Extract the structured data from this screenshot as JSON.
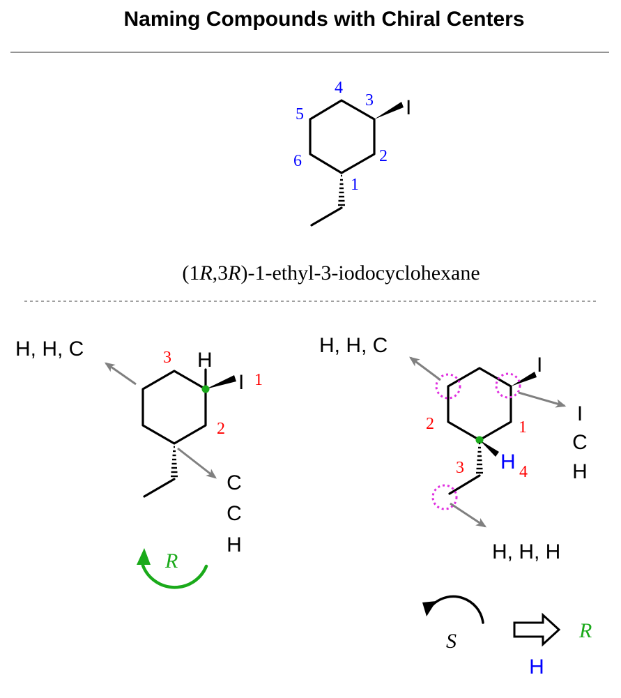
{
  "title": "Naming Compounds with Chiral Centers",
  "top": {
    "numbers": [
      "1",
      "2",
      "3",
      "4",
      "5",
      "6"
    ],
    "iodine": "I",
    "name_prefix": "(1",
    "name_r1": "R",
    "name_comma": ",3",
    "name_r2": "R",
    "name_suffix": ")-1-ethyl-3-iodocyclohexane"
  },
  "left": {
    "sub_top": "H, H, C",
    "h_label": "H",
    "i_label": "I",
    "priority_1": "1",
    "priority_2": "2",
    "priority_3": "3",
    "c_stack": [
      "C",
      "C",
      "H"
    ],
    "rotation_label": "R"
  },
  "right": {
    "sub_top": "H, H, C",
    "i_label": "I",
    "h_label": "H",
    "priority_1": "1",
    "priority_2": "2",
    "priority_3": "3",
    "priority_4": "4",
    "i_stack": [
      "I",
      "C",
      "H"
    ],
    "sub_bottom": "H, H, H",
    "rotation_label": "S",
    "h_note": "H",
    "result_label": "R"
  },
  "colors": {
    "blue": "#0000ff",
    "red": "#ff0000",
    "green": "#1aaa1a",
    "gray": "#808080",
    "magenta": "#e02fe0"
  }
}
